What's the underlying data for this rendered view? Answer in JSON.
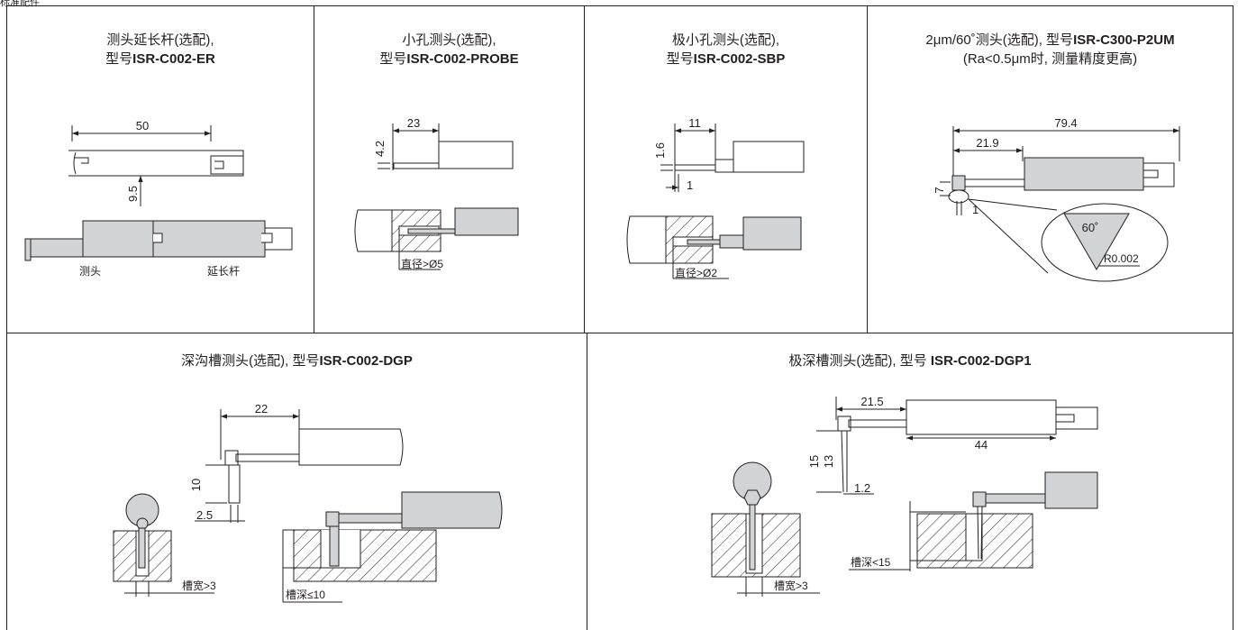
{
  "header_clip": "标准配件",
  "cells": {
    "er": {
      "title_line1": "测头延长杆(选配),",
      "title_prefix": "型号",
      "model": "ISR-C002-ER",
      "dims": {
        "length": "50",
        "height": "9.5"
      },
      "labels": {
        "probe": "测头",
        "extension": "延长杆"
      }
    },
    "probe": {
      "title_line1": "小孔测头(选配),",
      "title_prefix": "型号",
      "model": "ISR-C002-PROBE",
      "dims": {
        "length": "23",
        "height": "4.2"
      },
      "labels": {
        "diameter": "直径>Ø5"
      }
    },
    "sbp": {
      "title_line1": "极小孔测头(选配),",
      "title_prefix": "型号",
      "model": "ISR-C002-SBP",
      "dims": {
        "length": "11",
        "height": "1.6",
        "tip": "1"
      },
      "labels": {
        "diameter": "直径>Ø2"
      }
    },
    "p2um": {
      "title_line1_prefix": "2μm/60˚测头(选配), 型号",
      "model": "ISR-C300-P2UM",
      "title_line2": "(Ra<0.5μm时, 测量精度更高)",
      "dims": {
        "total": "79.4",
        "front": "21.9",
        "height": "7",
        "tip": "1"
      },
      "labels": {
        "angle": "60˚",
        "radius": "R0.002"
      }
    },
    "dgp": {
      "title_prefix": "深沟槽测头(选配), 型号",
      "model": "ISR-C002-DGP",
      "dims": {
        "length": "22",
        "height": "10",
        "tip": "2.5"
      },
      "labels": {
        "width": "槽宽>3",
        "depth": "槽深≤10"
      }
    },
    "dgp1": {
      "title_prefix": "极深槽测头(选配), 型号 ",
      "model": "ISR-C002-DGP1",
      "dims": {
        "front": "21.5",
        "body": "44",
        "height_outer": "15",
        "height_inner": "13",
        "tip": "1.2"
      },
      "labels": {
        "width": "槽宽>3",
        "depth": "槽深<15"
      }
    }
  },
  "colors": {
    "line": "#231f20",
    "fill": "#d1d3d4",
    "hatch": "#231f20"
  }
}
